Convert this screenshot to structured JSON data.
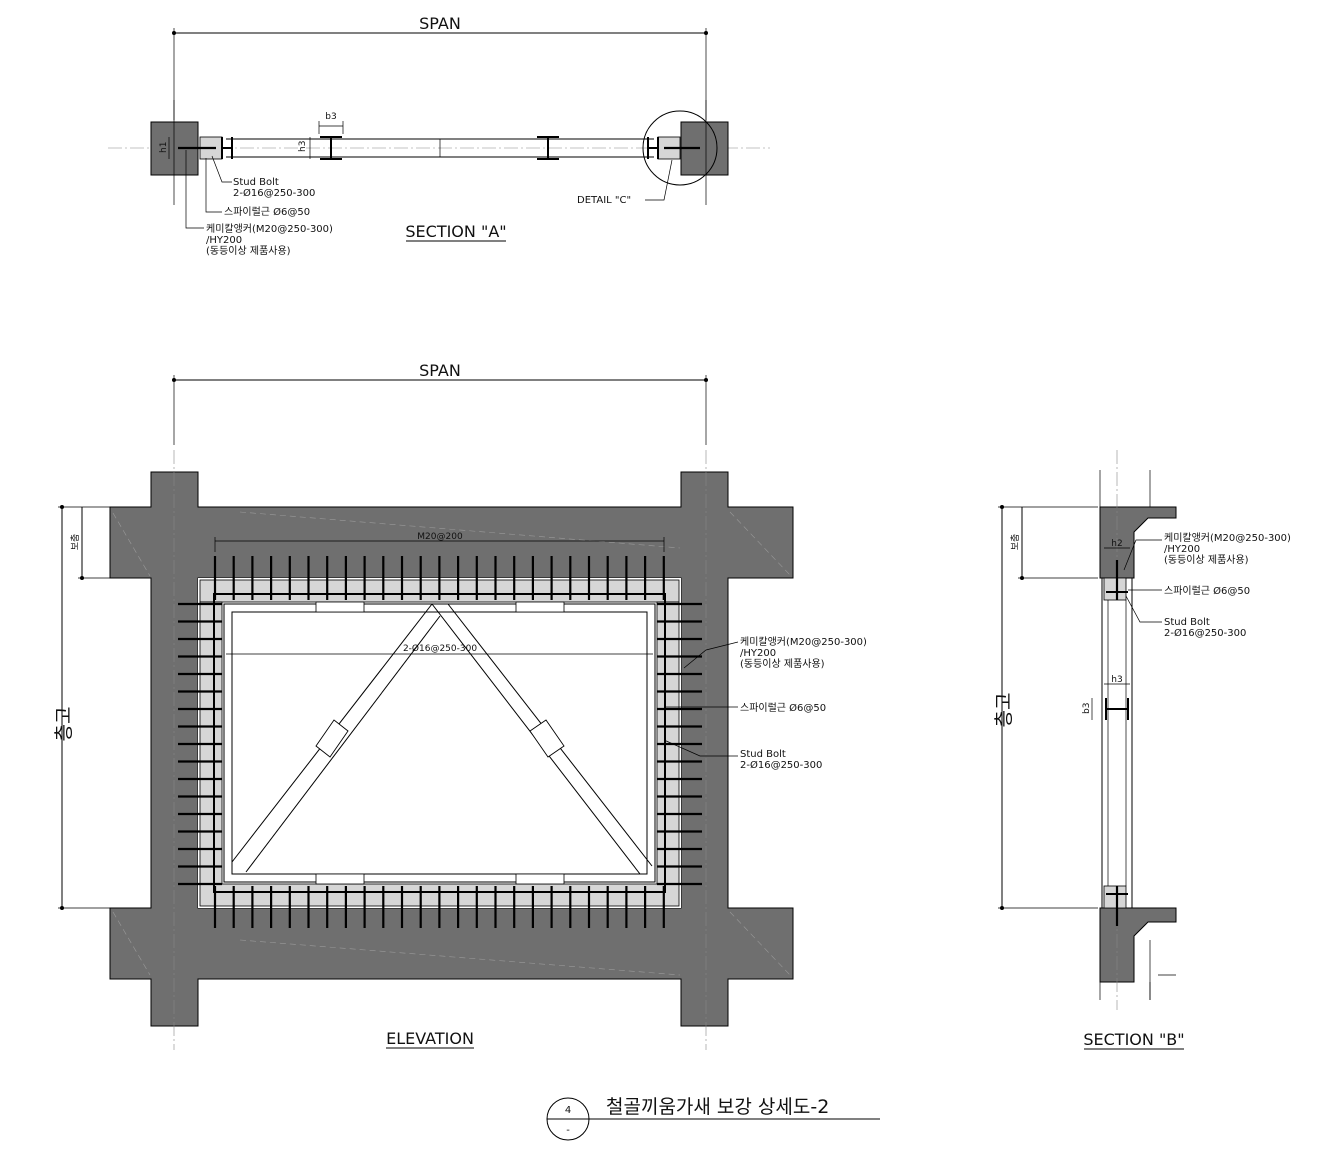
{
  "section_a": {
    "span_label": "SPAN",
    "title": "SECTION \"A\"",
    "dim_b3": "b3",
    "dim_h3": "h3",
    "dim_h1": "h1",
    "stud_bolt_line1": "Stud Bolt",
    "stud_bolt_line2": "2-Ø16@250-300",
    "spiral_label": "스파이럴근 Ø6@50",
    "anchor_line1": "케미칼앵커(M20@250-300)",
    "anchor_line2": "/HY200",
    "anchor_line3": "(동등이상 제품사용)",
    "detail_label": "DETAIL \"C\""
  },
  "elevation": {
    "span_label": "SPAN",
    "title": "ELEVATION",
    "height_label": "층고",
    "beam_label": "보춤",
    "anchor_spacing": "M20@200",
    "stud_spacing": "2-Ø16@250-300",
    "anchor_line1": "케미칼앵커(M20@250-300)",
    "anchor_line2": "/HY200",
    "anchor_line3": "(동등이상 제품사용)",
    "spiral_label": "스파이럴근 Ø6@50",
    "stud_bolt_line1": "Stud Bolt",
    "stud_bolt_line2": "2-Ø16@250-300"
  },
  "section_b": {
    "title": "SECTION \"B\"",
    "height_label": "층고",
    "beam_label": "보춤",
    "dim_h2": "h2",
    "dim_h3": "h3",
    "dim_b3": "b3",
    "anchor_line1": "케미칼앵커(M20@250-300)",
    "anchor_line2": "/HY200",
    "anchor_line3": "(동등이상 제품사용)",
    "spiral_label": "스파이럴근 Ø6@50",
    "stud_bolt_line1": "Stud Bolt",
    "stud_bolt_line2": "2-Ø16@250-300"
  },
  "footer": {
    "sheet_number": "4",
    "sheet_ref": "-",
    "drawing_title": "철골끼움가새 보강 상세도-2"
  },
  "colors": {
    "concrete": "#6f6f6f",
    "line": "#000000",
    "centerline": "#888888"
  }
}
